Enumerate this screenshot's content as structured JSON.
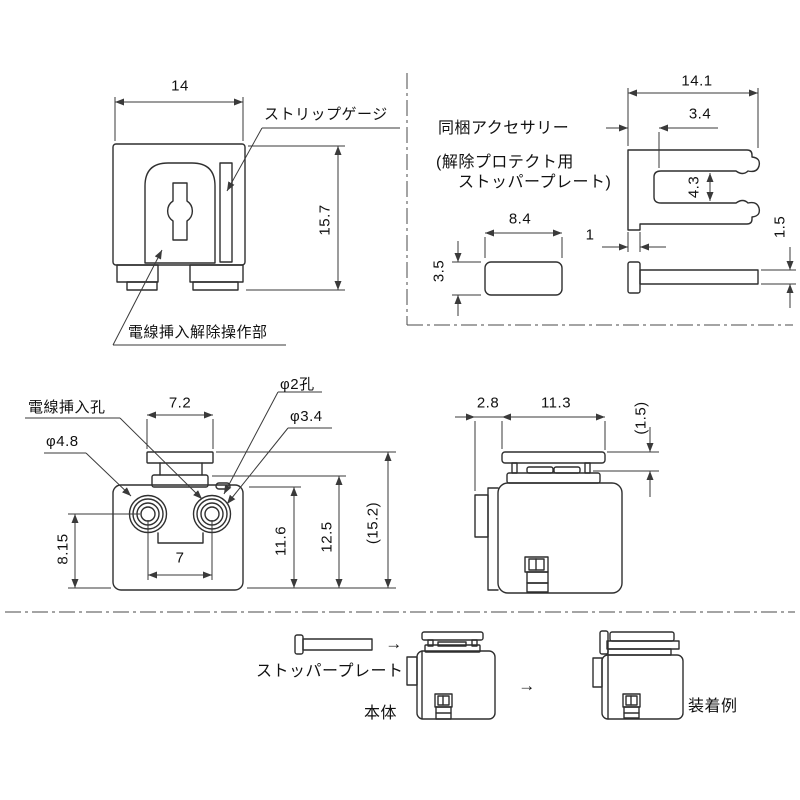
{
  "colors": {
    "line": "#2f2f2f",
    "dimension": "#3a3a3a",
    "background": "#ffffff",
    "text": "#111111"
  },
  "labels": {
    "front_width": "14",
    "front_height": "15.7",
    "strip_gauge": "ストリップゲージ",
    "release_part": "電線挿入解除操作部",
    "accessory_title": "同梱アクセサリー",
    "accessory_sub1": "(解除プロテクト用",
    "accessory_sub2": "ストッパープレート)",
    "acc_width": "14.1",
    "acc_offset": "3.4",
    "acc_slot_h": "4.3",
    "acc_bar_w": "1",
    "acc_plate_t": "1.5",
    "plate_top_w": "8.4",
    "plate_top_h": "3.5",
    "wire_hole": "電線挿入孔",
    "hole_phi2": "φ2孔",
    "hole_phi34": "φ3.4",
    "hole_phi48": "φ4.8",
    "lever_w": "7.2",
    "hole_pitch": "7",
    "center_height": "8.15",
    "body_height": "11.6",
    "collar_height": "12.5",
    "total_height": "(15.2)",
    "side_offset": "2.8",
    "side_plate_w": "11.3",
    "side_plate_t": "(1.5)",
    "stopper_plate": "ストッパープレート",
    "main_body": "本体",
    "attach_example": "装着例",
    "arrow": "→"
  }
}
